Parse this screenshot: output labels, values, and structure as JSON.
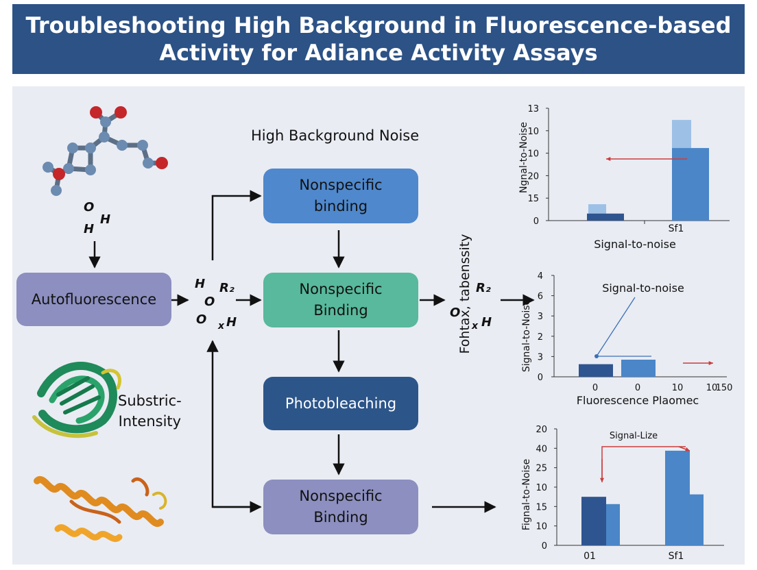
{
  "title": {
    "line1": "Troubleshooting High Background in Fluorescence-based",
    "line2": "Activity for Adiance Activity Assays"
  },
  "flow": {
    "header": "High Background Noise",
    "autofluorescence": "Autofluorescence",
    "box1": [
      "Nonspecific",
      "binding"
    ],
    "box2": [
      "Nonspecific",
      "Binding"
    ],
    "box3": "Photobleaching",
    "box4": [
      "Nonspecific",
      "Binding"
    ],
    "side_label": "Fohtax, tabenssity",
    "protein_label": [
      "Substric-",
      "Intensity"
    ]
  },
  "chem": {
    "top_o": "O",
    "top_h": "H",
    "top_h2": "H",
    "mid_h": "H",
    "mid_r2": "R₂",
    "mid_o": "O",
    "mid_x": "x",
    "mid_oh": "O",
    "mid_h2": "H",
    "right_r2": "R₂",
    "right_o": "O",
    "right_x": "x",
    "right_h": "H"
  },
  "colors": {
    "banner": "#2c5286",
    "canvas": "#e9ecf3",
    "box_purple": "#8c8fbf",
    "box_blue": "#4f88cc",
    "box_teal": "#58b99c",
    "box_navy": "#2c5589",
    "bar_dark": "#2f5590",
    "bar_mid": "#4a86c8",
    "bar_light": "#9dc0e7",
    "red_arrow": "#cc3b3b"
  },
  "chart_data": [
    {
      "type": "bar",
      "ylabel": "Ngnal-to-Noise",
      "xlabel": "Signal-to-noise",
      "y_ticks": [
        "0",
        "15",
        "20",
        "10",
        "10",
        "13"
      ],
      "categories": [
        "",
        "Sf1"
      ],
      "series": [
        {
          "values": [
            1.5,
            15.5
          ]
        },
        {
          "values": [
            3.5,
            21.5
          ]
        }
      ]
    },
    {
      "type": "bar",
      "ylabel": "Signal-to-Noise",
      "xlabel": "Fluorescence Plaomec",
      "annotation": "Signal-to-noise",
      "y_ticks": [
        "0",
        "3",
        "2",
        "3",
        "6",
        "4"
      ],
      "x_ticks": [
        "0",
        "0",
        "10",
        "10",
        "150"
      ],
      "series": [
        {
          "values": [
            0.7,
            0.95
          ]
        }
      ]
    },
    {
      "type": "bar",
      "ylabel": "Fignal-to-Noise",
      "annotation": "Signal-Lize",
      "y_ticks": [
        "0",
        "10",
        "15",
        "10",
        "25",
        "40",
        "20"
      ],
      "categories": [
        "01",
        "Sf1"
      ],
      "series": [
        {
          "values": [
            10,
            19.5
          ]
        },
        {
          "values": [
            8.5,
            10.5
          ]
        }
      ]
    }
  ]
}
